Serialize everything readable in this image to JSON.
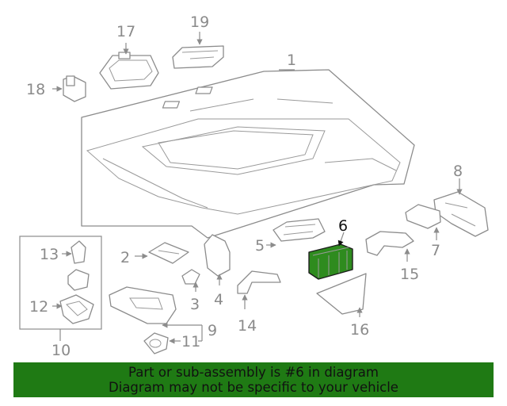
{
  "diagram": {
    "callouts": [
      "1",
      "2",
      "3",
      "4",
      "5",
      "6",
      "7",
      "8",
      "9",
      "10",
      "11",
      "12",
      "13",
      "14",
      "15",
      "16",
      "17",
      "18",
      "19"
    ],
    "highlighted_part": "6",
    "highlight_color": "#2e8b1e"
  },
  "banner": {
    "line1": "Part or sub-assembly is #6 in diagram",
    "line2": "Diagram may not be specific to your vehicle",
    "background": "#1f7a14"
  }
}
